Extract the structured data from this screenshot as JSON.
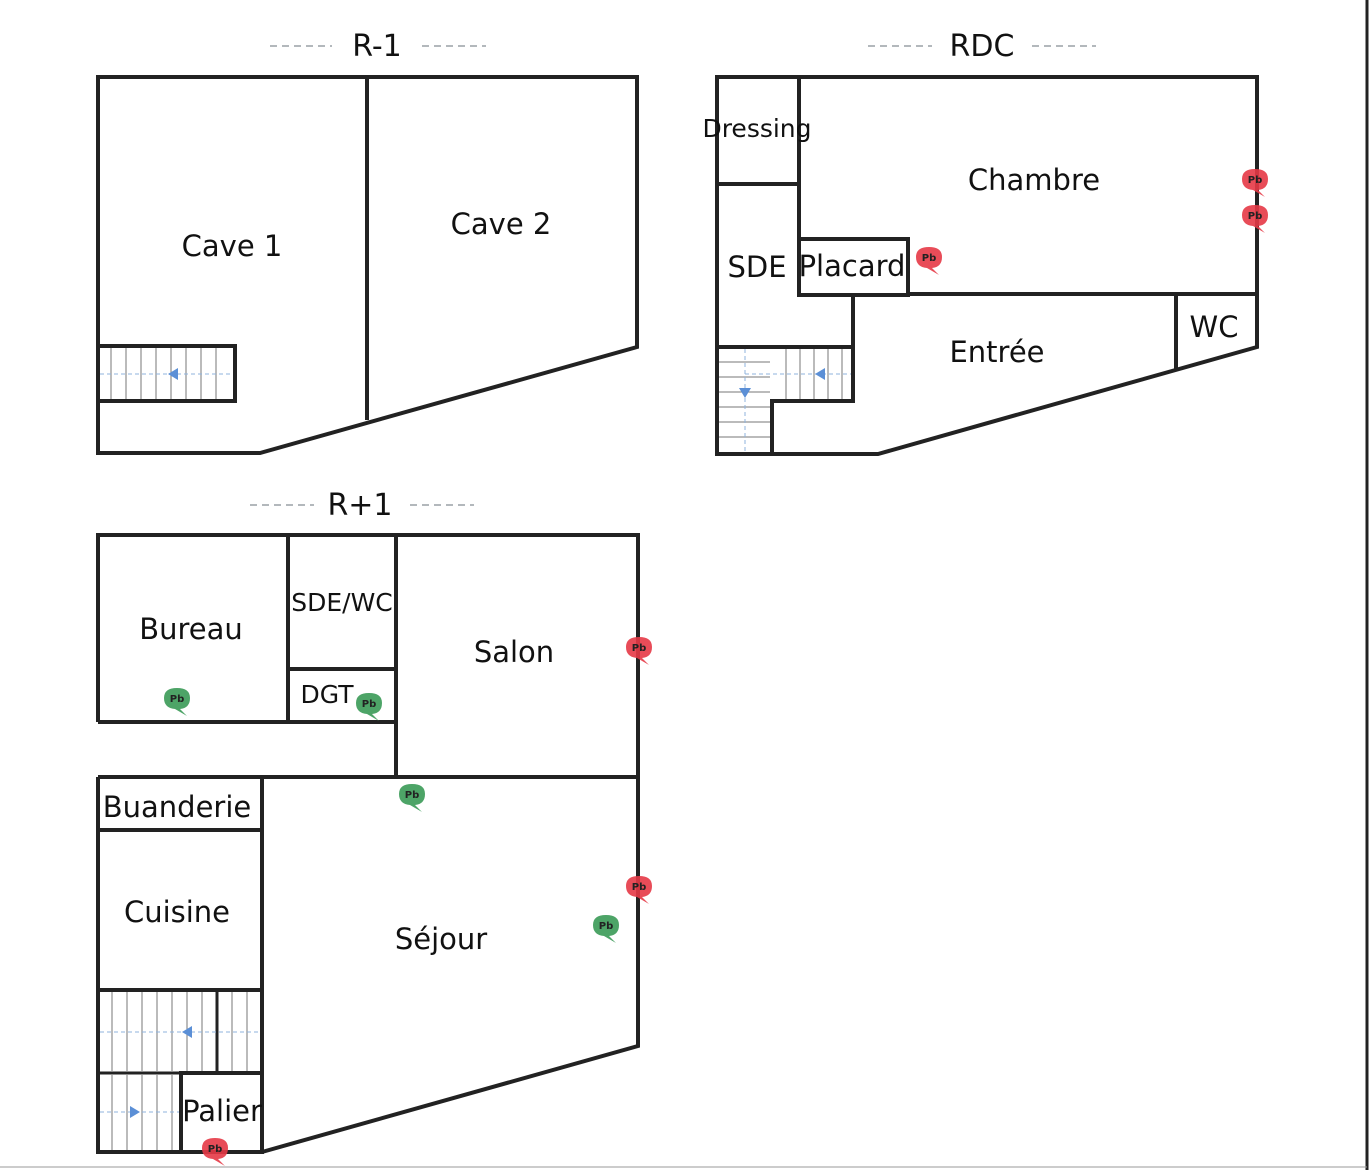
{
  "colors": {
    "wall": "#222222",
    "marker_red": "#e53946",
    "marker_green": "#3a9a56",
    "stair_arrow": "#5b8fd6",
    "title_dash": "#9aa0a6"
  },
  "levels": {
    "r_minus_1": {
      "title": "R-1",
      "rooms": {
        "cave1": "Cave 1",
        "cave2": "Cave 2"
      }
    },
    "rdc": {
      "title": "RDC",
      "rooms": {
        "dressing": "Dressing",
        "chambre": "Chambre",
        "sde": "SDE",
        "placard": "Placard",
        "entree": "Entrée",
        "wc": "WC"
      }
    },
    "r_plus_1": {
      "title": "R+1",
      "rooms": {
        "bureau": "Bureau",
        "sde_wc": "SDE/WC",
        "dgt": "DGT",
        "salon": "Salon",
        "buanderie": "Buanderie",
        "cuisine": "Cuisine",
        "sejour": "Séjour",
        "palier": "Palier"
      }
    }
  },
  "markers": {
    "label": "Pb",
    "rdc_chambre_1": {
      "status": "red"
    },
    "rdc_chambre_2": {
      "status": "red"
    },
    "rdc_placard": {
      "status": "red"
    },
    "r1_salon": {
      "status": "red"
    },
    "r1_sejour_wall": {
      "status": "red"
    },
    "r1_palier": {
      "status": "red"
    },
    "r1_bureau": {
      "status": "green"
    },
    "r1_dgt": {
      "status": "green"
    },
    "r1_sejour_top": {
      "status": "green"
    },
    "r1_sejour_right": {
      "status": "green"
    }
  }
}
